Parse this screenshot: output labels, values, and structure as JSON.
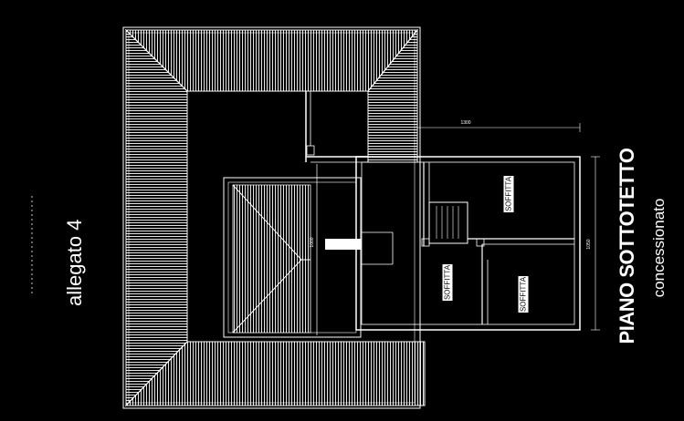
{
  "annex_label": "allegato 4",
  "plan_title": "PIANO SOTTOTETTO",
  "plan_subtitle": "concessionato",
  "rooms": [
    {
      "label": "SOFFITTA"
    },
    {
      "label": "SOFFITTA"
    },
    {
      "label": "SOFFITTA"
    }
  ],
  "dimensions": {
    "top": "1300",
    "right": "1050",
    "center": "1000"
  },
  "colors": {
    "background": "#000000",
    "lines": "#ffffff"
  }
}
